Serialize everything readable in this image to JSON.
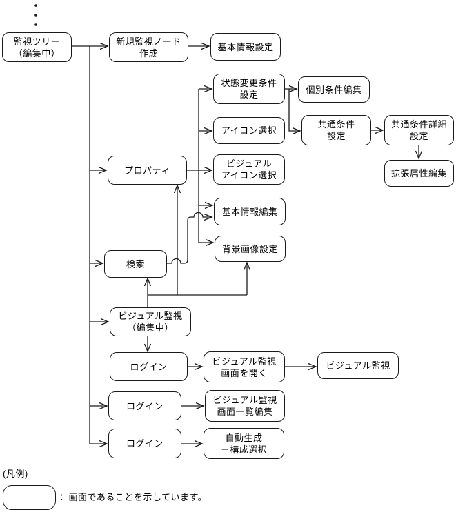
{
  "nodes": [
    {
      "label": "監視ツリー\n（編集中）"
    },
    {
      "label": "新規監視ノード\n作成"
    },
    {
      "label": "基本情報設定"
    },
    {
      "label": "状態変更条件\n設定"
    },
    {
      "label": "個別条件編集"
    },
    {
      "label": "アイコン選択"
    },
    {
      "label": "共通条件\n設定"
    },
    {
      "label": "共通条件詳細\n設定"
    },
    {
      "label": "拡張属性編集"
    },
    {
      "label": "ビジュアル\nアイコン選択"
    },
    {
      "label": "プロパティ"
    },
    {
      "label": "基本情報編集"
    },
    {
      "label": "背景画像設定"
    },
    {
      "label": "検索"
    },
    {
      "label": "ビジュアル監視\n（編集中）"
    },
    {
      "label": "ログイン"
    },
    {
      "label": "ビジュアル監視\n画面を開く"
    },
    {
      "label": "ビジュアル監視"
    },
    {
      "label": "ログイン"
    },
    {
      "label": "ビジュアル監視\n画面一覧編集"
    },
    {
      "label": "ログイン"
    },
    {
      "label": "自動生成\n－構成選択"
    }
  ],
  "legend": {
    "heading": "(凡例)",
    "description": "：画面であることを示しています。"
  },
  "icons": {
    "continuation": "vertical-ellipsis"
  },
  "colors": {
    "background": "#ffffff",
    "line": "#1a1a1a",
    "box_fill": "#ffffff",
    "text": "#000000"
  }
}
